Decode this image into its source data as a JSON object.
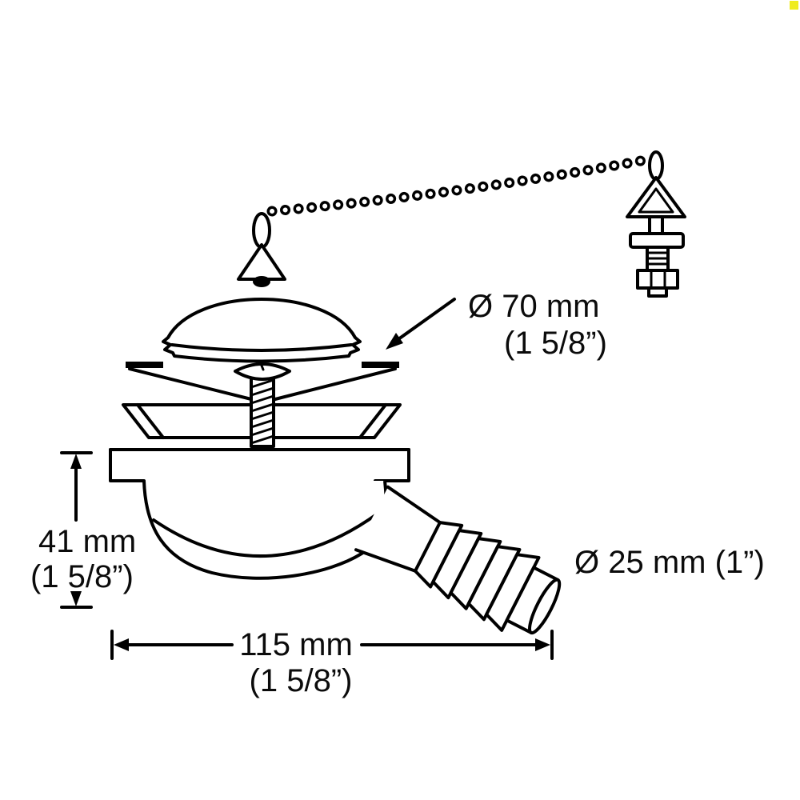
{
  "colors": {
    "line": "#000000",
    "background": "#ffffff",
    "corner_marker": "#efec20"
  },
  "dimensions": {
    "flange_diameter": {
      "line1": "Ø 70 mm",
      "line2": "(1 5/8”)"
    },
    "body_height": {
      "line1": "41 mm",
      "line2": "(1 5/8”)"
    },
    "outlet_diameter": {
      "label": "Ø 25 mm (1”)"
    },
    "overall_width": {
      "line1": "115 mm",
      "line2": "(1 5/8”)"
    }
  }
}
